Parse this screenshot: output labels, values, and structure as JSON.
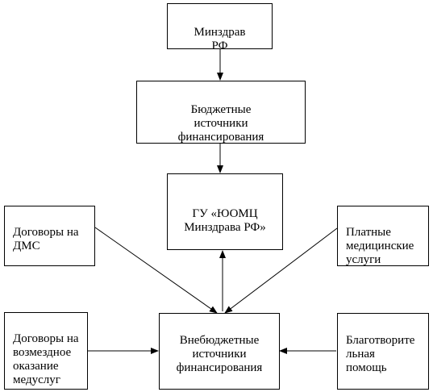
{
  "diagram": {
    "minzdrav": "Минздрав\nРФ",
    "budget_sources": "Бюджетные\nисточники\nфинансирования",
    "center_org": "ГУ «ЮОМЦ\nМинздрава РФ»",
    "dms_contracts": "Договоры на\nДМС",
    "paid_services": "Платные\nмедицинские\nуслуги",
    "reimbursable_contracts": "Договоры на\nвозмездное\nоказание\nмедуслуг",
    "extrabudget_sources": "Внебюджетные\nисточники\nфинансирования",
    "charity": "Благотворите\nльная\nпомощь"
  }
}
